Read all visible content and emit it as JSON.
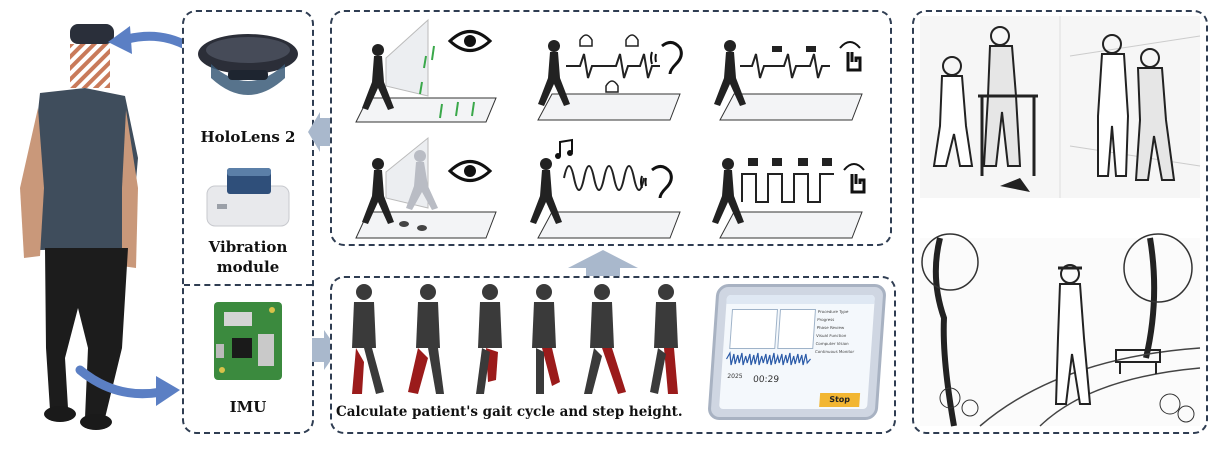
{
  "labels": {
    "hololens": "HoloLens 2",
    "vibration_line1": "Vibration",
    "vibration_line2": "module",
    "imu": "IMU",
    "gait_caption": "Calculate patient's gait cycle and step height."
  },
  "tablet": {
    "time": "00:29",
    "stop_label": "Stop",
    "year": "2025",
    "menu_items": [
      "Procedure Type",
      "Progress",
      "Phase Review",
      "Visual Function",
      "Computer Vision",
      "Continuous Monitor"
    ]
  },
  "colors": {
    "dashed_border": "#2f3d52",
    "arrow": "#a9b8cc",
    "blue_arrow": "#5b7fc4",
    "leg_red": "#9b1b1b",
    "silhouette": "#3a3a3a",
    "green_marks": "#3aa84a"
  },
  "icons": [
    "eye-icon",
    "ear-icon",
    "hand-touch-icon",
    "music-note-icon",
    "vibration-icon"
  ]
}
